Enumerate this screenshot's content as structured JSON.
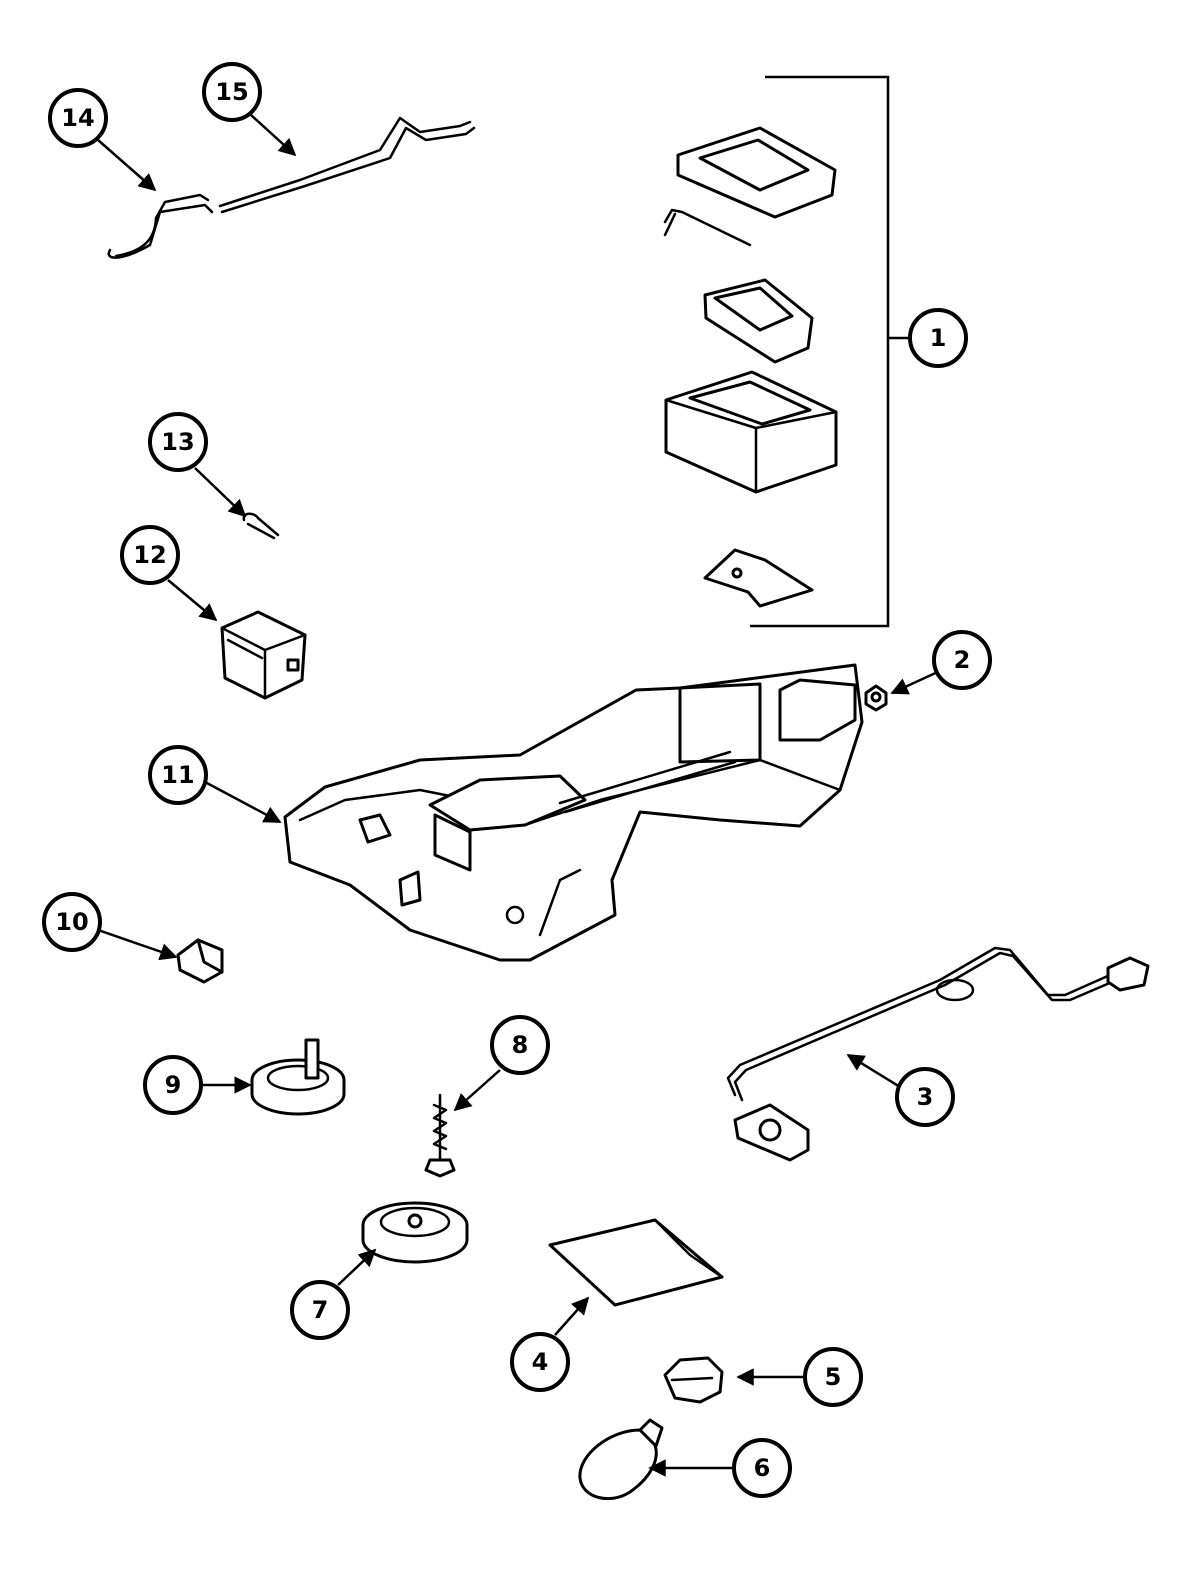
{
  "diagram": {
    "callouts": [
      {
        "id": "c1",
        "label": "1"
      },
      {
        "id": "c2",
        "label": "2"
      },
      {
        "id": "c3",
        "label": "3"
      },
      {
        "id": "c4",
        "label": "4"
      },
      {
        "id": "c5",
        "label": "5"
      },
      {
        "id": "c6",
        "label": "6"
      },
      {
        "id": "c7",
        "label": "7"
      },
      {
        "id": "c8",
        "label": "8"
      },
      {
        "id": "c9",
        "label": "9"
      },
      {
        "id": "c10",
        "label": "10"
      },
      {
        "id": "c11",
        "label": "11"
      },
      {
        "id": "c12",
        "label": "12"
      },
      {
        "id": "c13",
        "label": "13"
      },
      {
        "id": "c14",
        "label": "14"
      },
      {
        "id": "c15",
        "label": "15"
      }
    ]
  }
}
